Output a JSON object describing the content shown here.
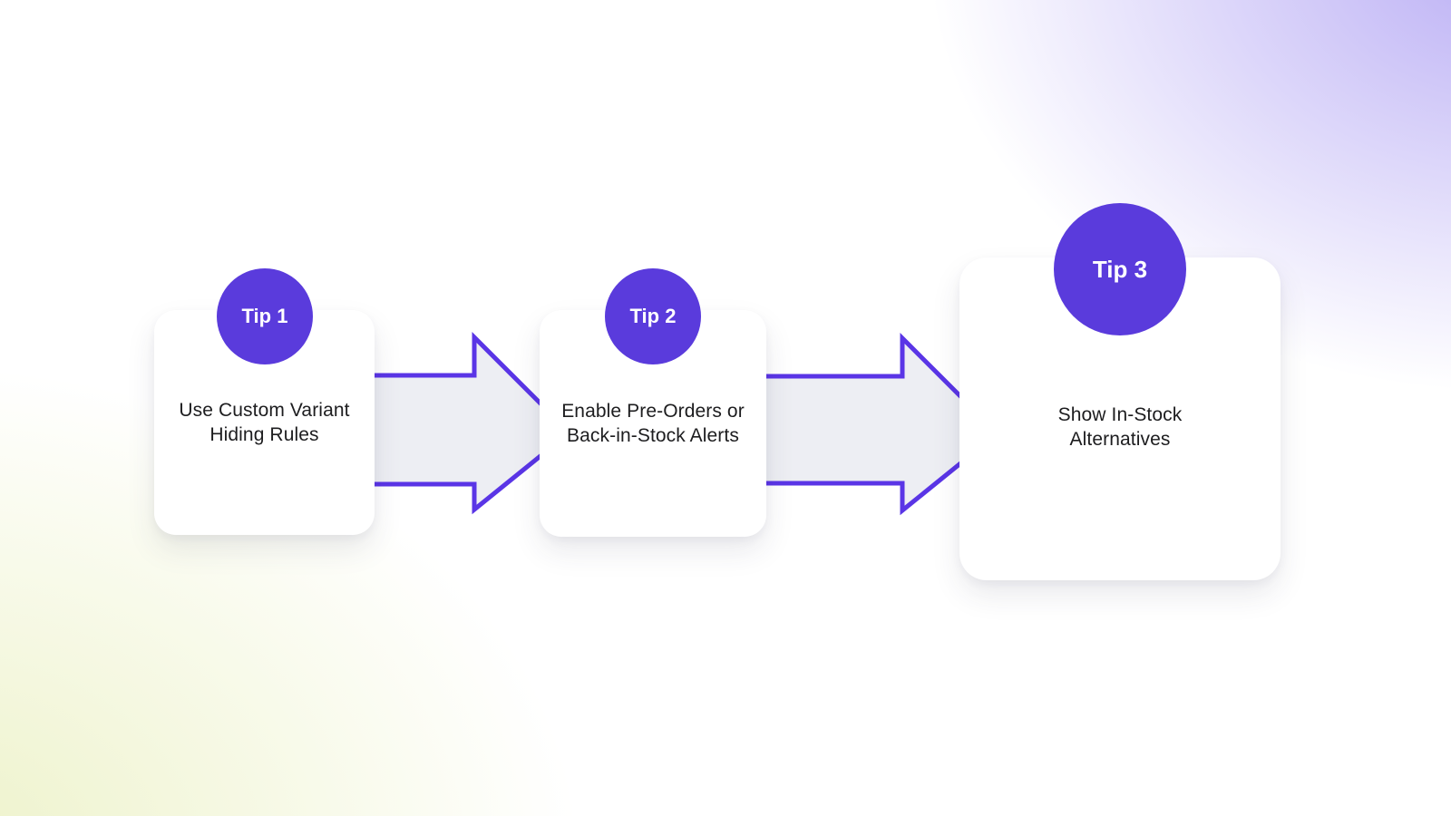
{
  "diagram": {
    "accent_color": "#5a3bdc",
    "arrow_outline_color": "#5a35e6",
    "arrow_fill_color": "#edeef3",
    "card_color": "#ffffff",
    "text_color": "#1d1d1f",
    "background_glow_top_right": "#bdb0f4",
    "background_glow_bottom_left": "#eff4cd",
    "steps": [
      {
        "badge": "Tip 1",
        "line1": "Use Custom Variant",
        "line2": "Hiding Rules"
      },
      {
        "badge": "Tip 2",
        "line1": "Enable Pre-Orders or",
        "line2": "Back-in-Stock Alerts"
      },
      {
        "badge": "Tip 3",
        "line1": "Show In-Stock",
        "line2": "Alternatives"
      }
    ]
  }
}
